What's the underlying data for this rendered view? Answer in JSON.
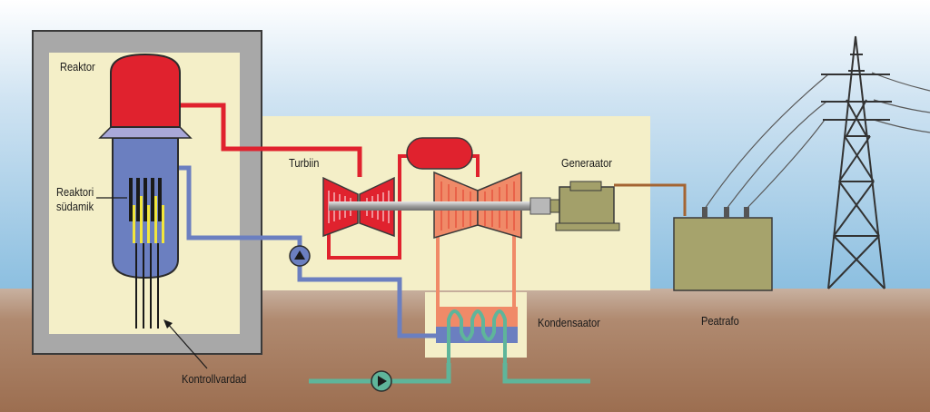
{
  "labels": {
    "reactor": "Reaktor",
    "reactor_core_line1": "Reaktori",
    "reactor_core_line2": "südamik",
    "control_rods": "Kontrollvardad",
    "turbine": "Turbiin",
    "generator": "Generaator",
    "condenser": "Kondensaator",
    "transformer": "Peatrafo"
  },
  "colors": {
    "sky_top": "#ffffff",
    "sky_bottom": "#8ec0e0",
    "ground": "#a77a5e",
    "plant_building": "#f4efc8",
    "containment": "#a8a8a8",
    "steam_red": "#e0222e",
    "water_blue": "#6b7fc0",
    "hot_water_orange": "#f08a68",
    "cooling_green": "#5fb59a",
    "generator_olive": "#a3a06a",
    "transformer_olive": "#a6a36c"
  }
}
